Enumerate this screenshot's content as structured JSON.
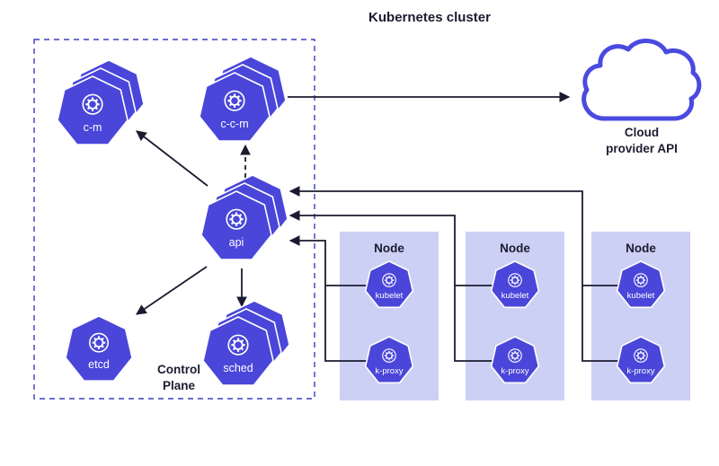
{
  "title": "Kubernetes cluster",
  "control_plane": {
    "line1": "Control",
    "line2": "Plane",
    "components": [
      {
        "id": "c-m",
        "label": "c-m"
      },
      {
        "id": "c-c-m",
        "label": "c-c-m"
      },
      {
        "id": "api",
        "label": "api"
      },
      {
        "id": "etcd",
        "label": "etcd"
      },
      {
        "id": "sched",
        "label": "sched"
      }
    ]
  },
  "cloud": {
    "line1": "Cloud",
    "line2": "provider API"
  },
  "nodes": [
    {
      "label": "Node",
      "components": [
        {
          "id": "kubelet",
          "label": "kubelet"
        },
        {
          "id": "k-proxy",
          "label": "k-proxy"
        }
      ]
    },
    {
      "label": "Node",
      "components": [
        {
          "id": "kubelet",
          "label": "kubelet"
        },
        {
          "id": "k-proxy",
          "label": "k-proxy"
        }
      ]
    },
    {
      "label": "Node",
      "components": [
        {
          "id": "kubelet",
          "label": "kubelet"
        },
        {
          "id": "k-proxy",
          "label": "k-proxy"
        }
      ]
    }
  ],
  "colors": {
    "heptagon": "#4a46d9",
    "icon": "#ffffff",
    "node_box": "#ccd0f4",
    "boundary": "#3d3dbd",
    "arrow": "#1b1b30",
    "text": "#1b1b30",
    "cloud_outline": "#4a4ae0"
  }
}
